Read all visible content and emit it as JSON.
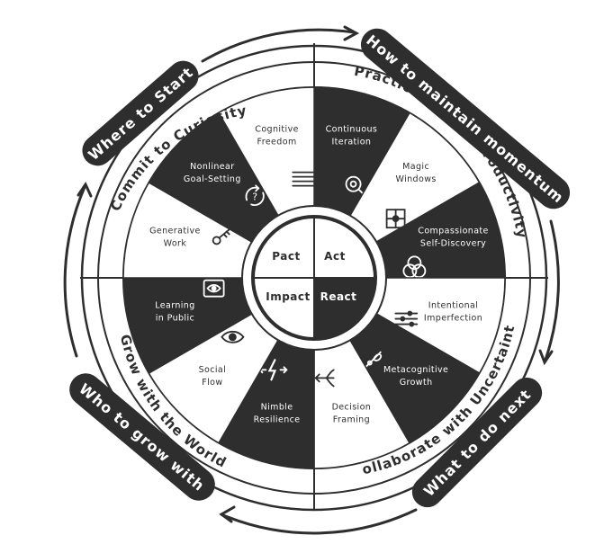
{
  "center": {
    "quadrants": [
      "Pact",
      "Act",
      "Impact",
      "React"
    ]
  },
  "quadrant_titles": {
    "top_left": "Commit to Curiosity",
    "top_right": "Practice Mindful Productivity",
    "bottom_right": "Collaborate with Uncertainty",
    "bottom_left": "Grow with the World"
  },
  "pills": {
    "top_left": "Where to Start",
    "top_right": "How to maintain momentum",
    "bottom_right": "What to do next",
    "bottom_left": "Who to grow with"
  },
  "segments": [
    {
      "lines": [
        "Continuous",
        "Iteration"
      ],
      "icon": "magnifier-icon",
      "dark": true
    },
    {
      "lines": [
        "Magic",
        "Windows"
      ],
      "icon": "window-grid-icon",
      "dark": false
    },
    {
      "lines": [
        "Compassionate",
        "Self-Discovery"
      ],
      "icon": "venn-circles-icon",
      "dark": true
    },
    {
      "lines": [
        "Intentional",
        "Imperfection"
      ],
      "icon": "sliders-icon",
      "dark": false
    },
    {
      "lines": [
        "Metacognitive",
        "Growth"
      ],
      "icon": "sprout-icon",
      "dark": true
    },
    {
      "lines": [
        "Decision",
        "Framing"
      ],
      "icon": "branching-arrows-icon",
      "dark": false
    },
    {
      "lines": [
        "Nimble",
        "Resilience"
      ],
      "icon": "lightning-arrows-icon",
      "dark": true
    },
    {
      "lines": [
        "Social",
        "Flow"
      ],
      "icon": "eye-icon",
      "dark": false
    },
    {
      "lines": [
        "Learning",
        "in Public"
      ],
      "icon": "broadcast-eye-icon",
      "dark": true
    },
    {
      "lines": [
        "Generative",
        "Work"
      ],
      "icon": "key-icon",
      "dark": false
    },
    {
      "lines": [
        "Nonlinear",
        "Goal-Setting"
      ],
      "icon": "question-cycle-icon",
      "dark": true
    },
    {
      "lines": [
        "Cognitive",
        "Freedom"
      ],
      "icon": "lines-icon",
      "dark": false
    }
  ],
  "colors": {
    "dark": "#2e2e2e",
    "light": "#ffffff",
    "line": "#2e2e2e"
  }
}
